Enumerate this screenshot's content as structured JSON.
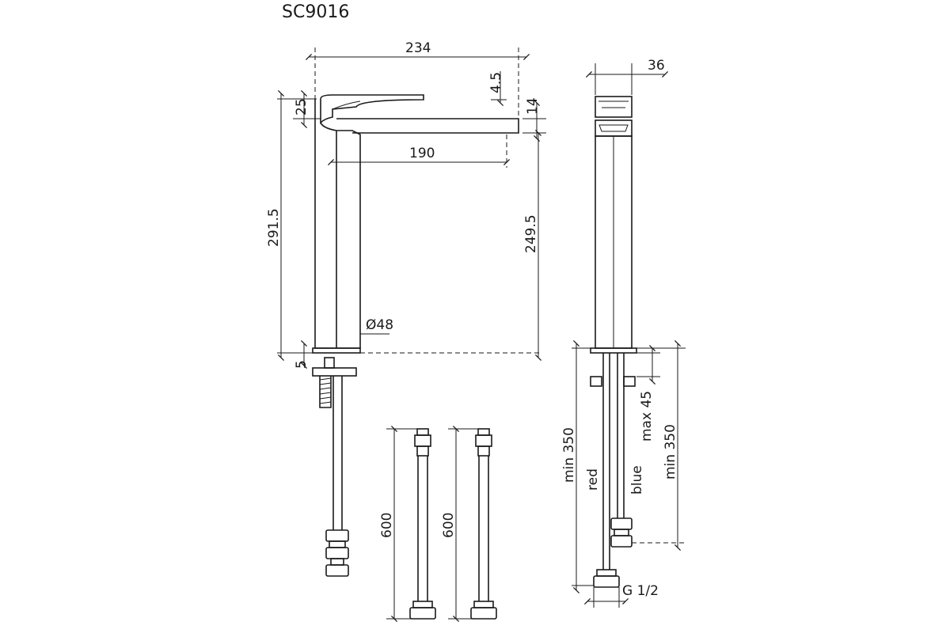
{
  "drawing": {
    "model_code": "SC9016",
    "dimensions": {
      "overall_width": "234",
      "offset_top": "4.5",
      "spout_thickness": "14",
      "lever_height": "25",
      "spout_reach": "190",
      "total_height": "291.5",
      "spout_height": "249.5",
      "base_diameter": "Ø48",
      "base_plate": "5",
      "side_depth": "36",
      "hose_length_left": "600",
      "hose_length_right": "600",
      "min_hose_left": "min 350",
      "min_hose_right": "min 350",
      "max_thickness": "max 45",
      "thread": "G 1/2"
    },
    "labels": {
      "red": "red",
      "blue": "blue"
    }
  }
}
